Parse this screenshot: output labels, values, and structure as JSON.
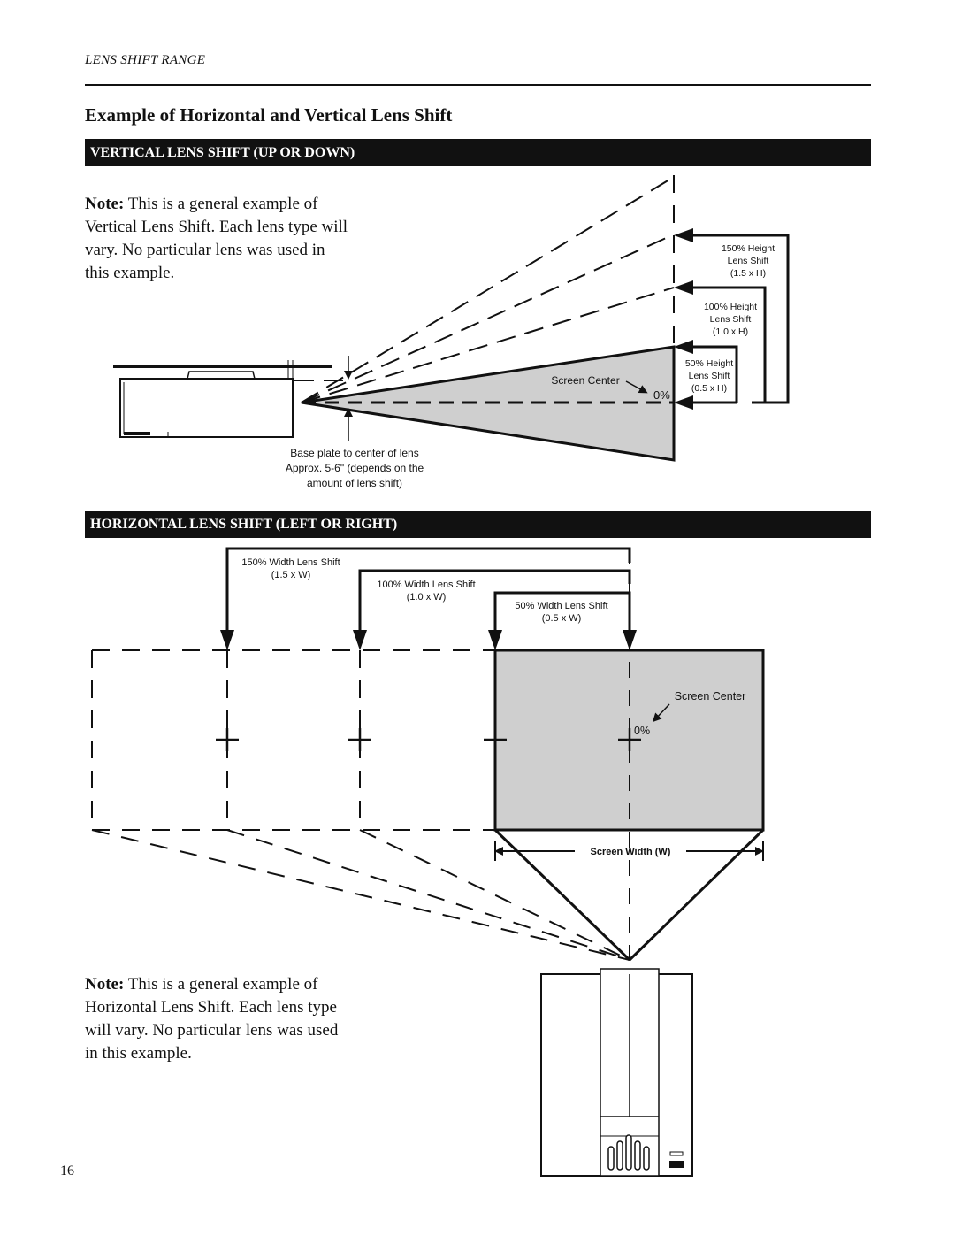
{
  "header": {
    "running_head": "LENS SHIFT RANGE"
  },
  "page": {
    "title": "Example of Horizontal and Vertical Lens Shift",
    "number": "16"
  },
  "vertical": {
    "heading": "VERTICAL LENS SHIFT (UP OR DOWN)",
    "note_label": "Note:",
    "note_body": "This is a general example of Vertical Lens Shift. Each lens type will vary. No particular lens was used in this example.",
    "screen_center": "Screen Center",
    "zero": "0%",
    "shift_150": [
      "150% Height",
      "Lens Shift",
      "(1.5 x H)"
    ],
    "shift_100": [
      "100% Height",
      "Lens Shift",
      "(1.0 x H)"
    ],
    "shift_50": [
      "50% Height",
      "Lens Shift",
      "(0.5 x H)"
    ],
    "base_note": [
      "Base plate to center of lens",
      "Approx. 5-6\" (depends on the",
      "amount of lens shift)"
    ]
  },
  "horizontal": {
    "heading": "HORIZONTAL LENS SHIFT (LEFT OR RIGHT)",
    "note_label": "Note:",
    "note_body": "This is a general example of Horizontal Lens Shift. Each lens type will vary. No particular lens was used in this example.",
    "shift_150": [
      "150% Width Lens Shift",
      "(1.5 x W)"
    ],
    "shift_100": [
      "100% Width Lens Shift",
      "(1.0 x W)"
    ],
    "shift_50": [
      "50% Width Lens Shift",
      "(0.5 x W)"
    ],
    "screen_center": "Screen Center",
    "zero": "0%",
    "screen_width": "Screen Width (W)"
  }
}
